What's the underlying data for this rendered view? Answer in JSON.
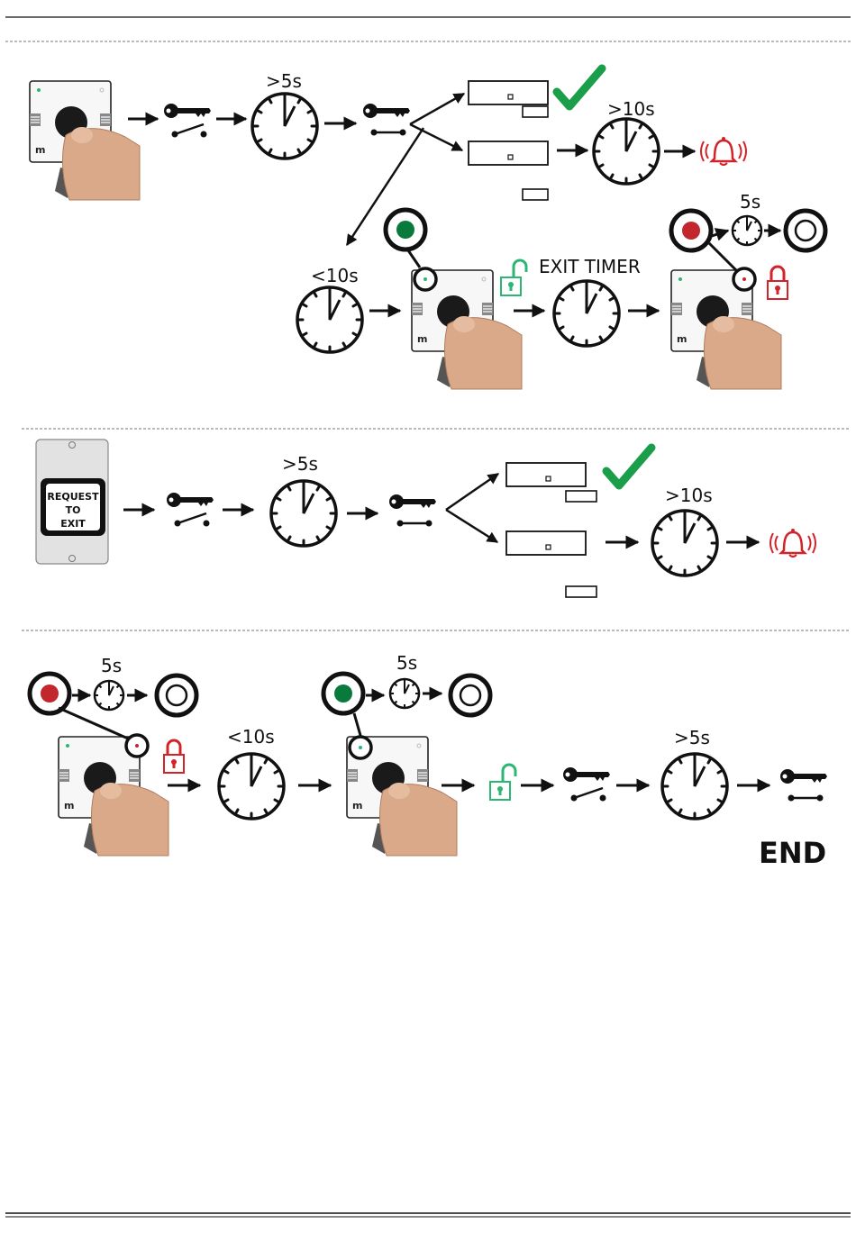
{
  "labels": {
    "gt5s": ">5s",
    "gt10s": ">10s",
    "lt10s": "<10s",
    "five_s": "5s",
    "exit_timer": "EXIT TIMER",
    "end": "END"
  },
  "rte_button": {
    "line1": "REQUEST",
    "line2": "TO",
    "line3": "EXIT"
  },
  "colors": {
    "check": "#1a9e49",
    "alarm": "#d2232a",
    "unlock": "#2bb673",
    "lock": "#d2232a",
    "led_red": "#c1272d",
    "led_green": "#0a7a3c"
  },
  "icons": [
    "key-switch-open-icon",
    "key-switch-closed-icon",
    "timer-clock-icon",
    "alarm-bell-icon",
    "check-icon",
    "padlock-open-icon",
    "padlock-closed-icon",
    "led-indicator-icon",
    "keypad-with-hand-photo"
  ]
}
